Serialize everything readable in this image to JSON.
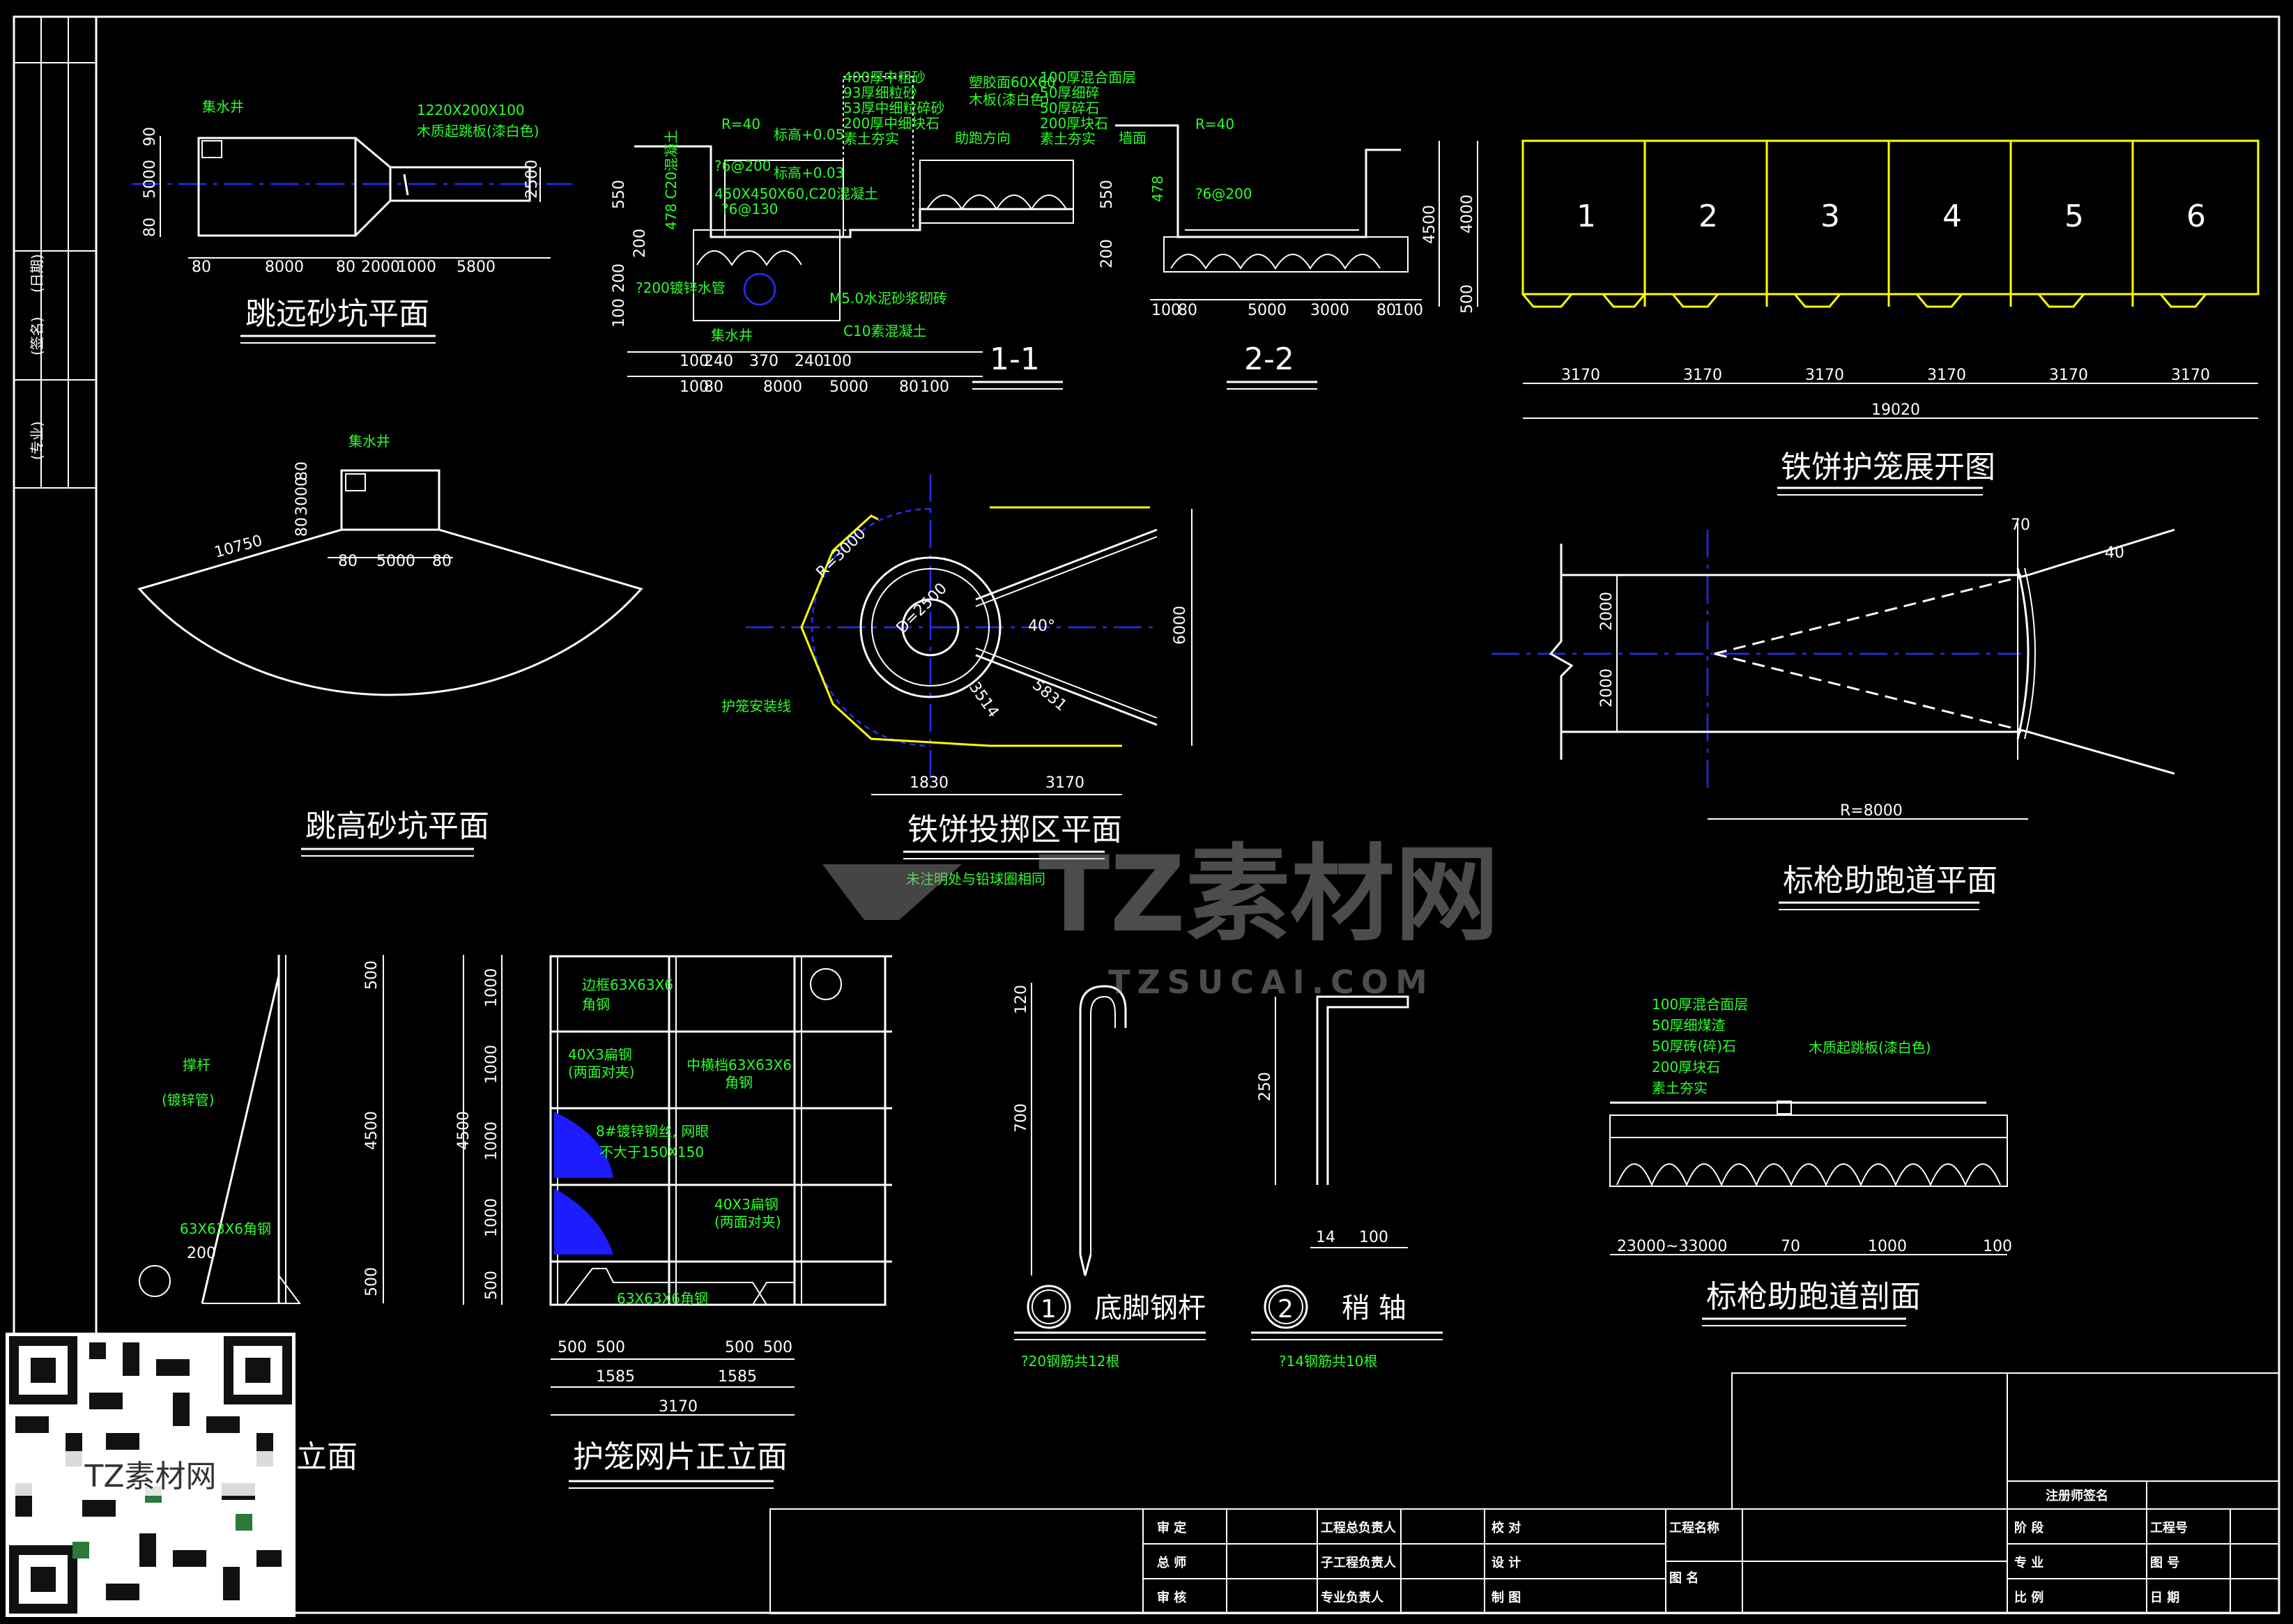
{
  "views": {
    "long_jump_plan": {
      "title": "跳远砂坑平面",
      "dims": [
        "80",
        "8000",
        "80",
        "2000",
        "1000",
        "5800",
        "90",
        "5000",
        "80",
        "2500"
      ],
      "labels": [
        "集水井",
        "1220X200X100",
        "木质起跳板(漆白色)"
      ]
    },
    "section_1_1": {
      "title": "1-1",
      "layers": [
        "400厚中粗砂",
        "93厚细粒砂",
        "53厚中细粒碎砂",
        "200厚中细块石",
        "素土夯实"
      ],
      "labels": [
        "R=40",
        "标高+0.05",
        "标高+0.03",
        "?6@200",
        "450X450X60,C20混凝土",
        "478 C20混凝土",
        "?6@130",
        "?200镀锌水管",
        "M5.0水泥砂浆砌砖",
        "C10素混凝土",
        "集水井",
        "塑胶面60X60",
        "木板(漆白色)",
        "助跑方向"
      ],
      "right_layers": [
        "100厚混合面层",
        "50厚细碎",
        "50厚碎石",
        "200厚块石",
        "素土夯实"
      ],
      "dims": [
        "100",
        "240",
        "370",
        "240",
        "100",
        "100",
        "80",
        "8000",
        "5000",
        "80",
        "100",
        "550",
        "200",
        "100",
        "200"
      ]
    },
    "section_2_2": {
      "title": "2-2",
      "labels": [
        "R=40",
        "墙面",
        "?6@200",
        "478"
      ],
      "dims": [
        "100",
        "80",
        "5000",
        "3000",
        "80",
        "100",
        "550",
        "200"
      ]
    },
    "cage_expanded": {
      "title": "铁饼护笼展开图",
      "panels": [
        "1",
        "2",
        "3",
        "4",
        "5",
        "6"
      ],
      "panel_dim": "3170",
      "total": "19020",
      "heights": [
        "4500",
        "4000",
        "500"
      ]
    },
    "high_jump_plan": {
      "title": "跳高砂坑平面",
      "labels": [
        "集水井"
      ],
      "dims": [
        "80",
        "3000",
        "80",
        "80",
        "5000",
        "80",
        "10750"
      ]
    },
    "discus_plan": {
      "title": "铁饼投掷区平面",
      "labels": [
        "R=3000",
        "D=2500",
        "40°",
        "3514",
        "5831",
        "6000",
        "护笼安装线",
        "1830",
        "3170"
      ],
      "note": "未注明处与铅球圈相同"
    },
    "javelin_plan": {
      "title": "标枪助跑道平面",
      "labels": [
        "70",
        "40",
        "2000",
        "2000",
        "R=8000"
      ]
    },
    "pole_elev": {
      "title": "立面",
      "labels": [
        "撑杆",
        "(镀锌管)",
        "63X63X6角钢",
        "200"
      ],
      "dims": [
        "500",
        "4500",
        "500"
      ]
    },
    "net_elev": {
      "title": "护笼网片正立面",
      "labels": [
        "边框63X63X6",
        "角钢",
        "40X3扁钢",
        "(两面对夹)",
        "中横档63X63X6",
        "角钢",
        "8#镀锌钢丝, 网眼",
        "不大于150X150",
        "40X3扁钢",
        "(两面对夹)",
        "63X63X6角钢"
      ],
      "dims": [
        "1000",
        "1000",
        "1000",
        "1000",
        "500",
        "4500",
        "500",
        "500",
        "500",
        "500",
        "1585",
        "1585",
        "3170"
      ]
    },
    "anchor_rod": {
      "num": "1",
      "title": "底脚钢杆",
      "note": "?20钢筋共12根",
      "dims": [
        "120",
        "700"
      ]
    },
    "pin_axis": {
      "num": "2",
      "title": "稍  轴",
      "note": "?14钢筋共10根",
      "dims": [
        "250",
        "14",
        "100"
      ]
    },
    "javelin_section": {
      "title": "标枪助跑道剖面",
      "layers": [
        "100厚混合面层",
        "50厚细煤渣",
        "50厚砖(碎)石",
        "200厚块石",
        "素土夯实"
      ],
      "labels": [
        "木质起跳板(漆白色)"
      ],
      "dims": [
        "23000~33000",
        "70",
        "1000",
        "100"
      ]
    }
  },
  "title_block": {
    "row1": [
      "审 定",
      "工程总负责人",
      "校 对",
      "工程名称"
    ],
    "row2": [
      "总 师",
      "子工程负责人",
      "设 计",
      "图 名"
    ],
    "row3": [
      "审 核",
      "专业负责人",
      "制 图"
    ],
    "right_top": "注册师签名",
    "right": [
      "阶 段",
      "工程号",
      "专 业",
      "图 号",
      "比 例",
      "日 期"
    ]
  },
  "left_strip": [
    "(日期)",
    "(签名)",
    "(专业)"
  ],
  "watermark": {
    "main": "TZ素材网",
    "sub": "TZSUCAI.COM"
  },
  "qr_caption": "TZ素材网"
}
